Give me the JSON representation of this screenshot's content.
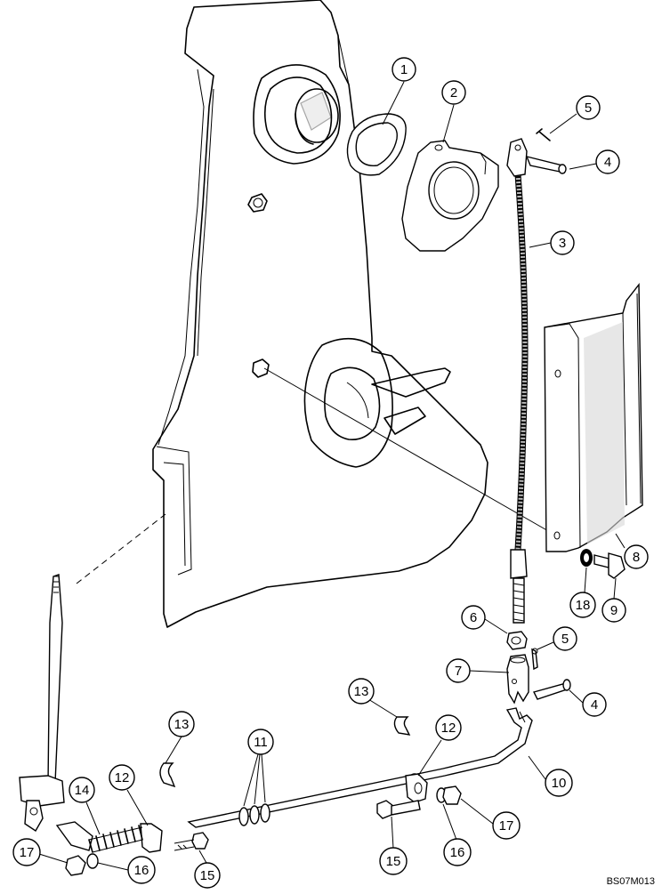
{
  "drawing_ref": "BS07M013",
  "callouts": [
    {
      "id": "c1",
      "label": "1"
    },
    {
      "id": "c2",
      "label": "2"
    },
    {
      "id": "c5a",
      "label": "5"
    },
    {
      "id": "c4a",
      "label": "4"
    },
    {
      "id": "c3",
      "label": "3"
    },
    {
      "id": "c8",
      "label": "8"
    },
    {
      "id": "c18",
      "label": "18"
    },
    {
      "id": "c9",
      "label": "9"
    },
    {
      "id": "c6",
      "label": "6"
    },
    {
      "id": "c5b",
      "label": "5"
    },
    {
      "id": "c7",
      "label": "7"
    },
    {
      "id": "c4b",
      "label": "4"
    },
    {
      "id": "c13a",
      "label": "13"
    },
    {
      "id": "c13b",
      "label": "13"
    },
    {
      "id": "c11",
      "label": "11"
    },
    {
      "id": "c12a",
      "label": "12"
    },
    {
      "id": "c12b",
      "label": "12"
    },
    {
      "id": "c10",
      "label": "10"
    },
    {
      "id": "c14",
      "label": "14"
    },
    {
      "id": "c17a",
      "label": "17"
    },
    {
      "id": "c16a",
      "label": "16"
    },
    {
      "id": "c15a",
      "label": "15"
    },
    {
      "id": "c15b",
      "label": "15"
    },
    {
      "id": "c16b",
      "label": "16"
    },
    {
      "id": "c17b",
      "label": "17"
    }
  ]
}
